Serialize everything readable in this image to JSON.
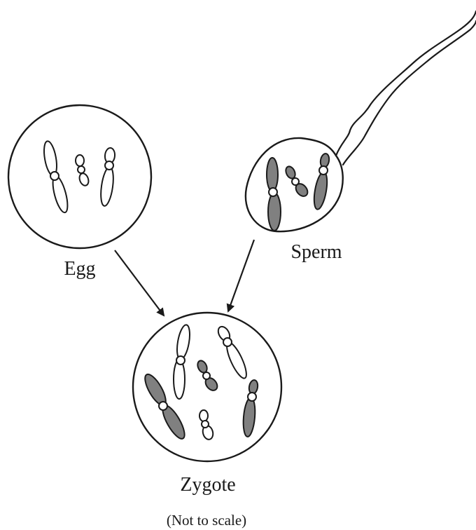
{
  "labels": {
    "egg": "Egg",
    "sperm": "Sperm",
    "zygote": "Zygote",
    "note": "(Not to scale)"
  },
  "colors": {
    "paternal_chromosome": "#808080",
    "maternal_chromosome": "#ffffff",
    "outline": "#1a1a1a"
  }
}
